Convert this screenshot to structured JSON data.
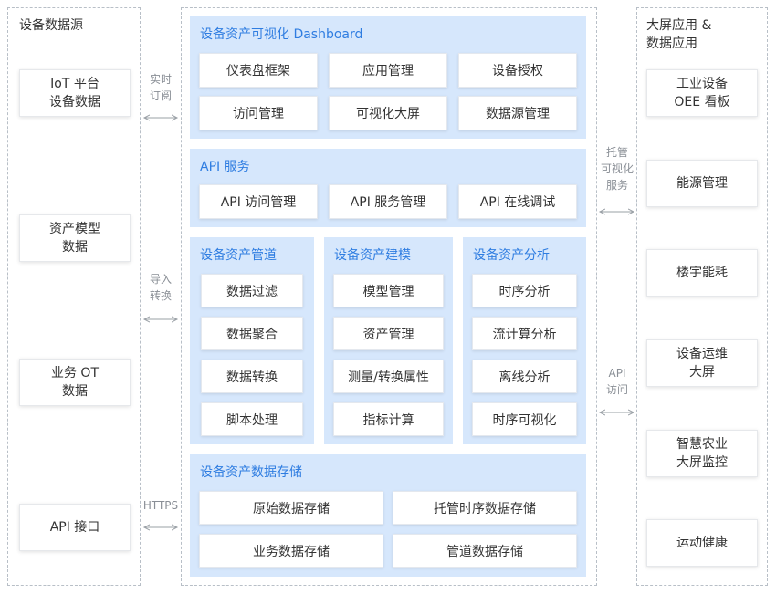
{
  "left": {
    "title": "设备数据源",
    "items": [
      "IoT 平台\n设备数据",
      "资产模型\n数据",
      "业务 OT\n数据",
      "API 接口"
    ]
  },
  "right": {
    "title": "大屏应用 &\n数据应用",
    "items": [
      "工业设备\nOEE 看板",
      "能源管理",
      "楼宇能耗",
      "设备运维\n大屏",
      "智慧农业\n大屏监控",
      "运动健康"
    ]
  },
  "connectors": {
    "left": [
      "实时\n订阅",
      "导入\n转换",
      "HTTPS"
    ],
    "right": [
      "托管\n可视化\n服务",
      "API\n访问"
    ]
  },
  "center": {
    "dashboard": {
      "title": "设备资产可视化 Dashboard",
      "items": [
        "仪表盘框架",
        "应用管理",
        "设备授权",
        "访问管理",
        "可视化大屏",
        "数据源管理"
      ]
    },
    "api": {
      "title": "API 服务",
      "items": [
        "API 访问管理",
        "API 服务管理",
        "API 在线调试"
      ]
    },
    "pipeline": {
      "title": "设备资产管道",
      "items": [
        "数据过滤",
        "数据聚合",
        "数据转换",
        "脚本处理"
      ]
    },
    "modeling": {
      "title": "设备资产建模",
      "items": [
        "模型管理",
        "资产管理",
        "测量/转换属性",
        "指标计算"
      ]
    },
    "analysis": {
      "title": "设备资产分析",
      "items": [
        "时序分析",
        "流计算分析",
        "离线分析",
        "时序可视化"
      ]
    },
    "storage": {
      "title": "设备资产数据存储",
      "items": [
        "原始数据存储",
        "托管时序数据存储",
        "业务数据存储",
        "管道数据存储"
      ]
    }
  },
  "colors": {
    "accent": "#2f7de1",
    "panel_bg": "#d6e7fc",
    "arrow": "#9aa0a6"
  }
}
